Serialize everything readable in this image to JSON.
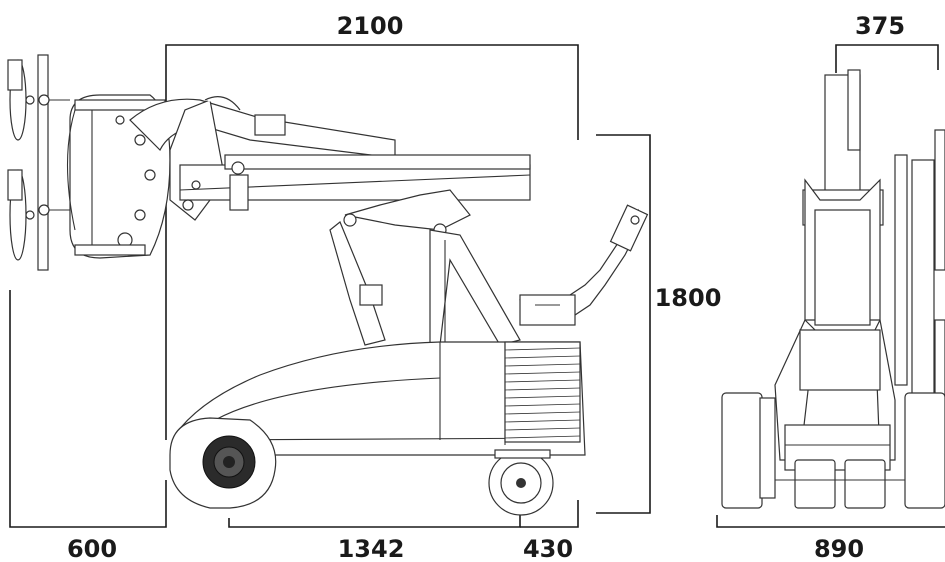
{
  "dimensions": {
    "overall_length": "2100",
    "width_side": "375",
    "height": "1800",
    "front_overhang": "600",
    "wheelbase": "1342",
    "rear_overhang": "430",
    "track_width": "890"
  },
  "colors": {
    "line": "#1a1a1a",
    "fill": "#ffffff",
    "dark": "#2b2b2b"
  }
}
